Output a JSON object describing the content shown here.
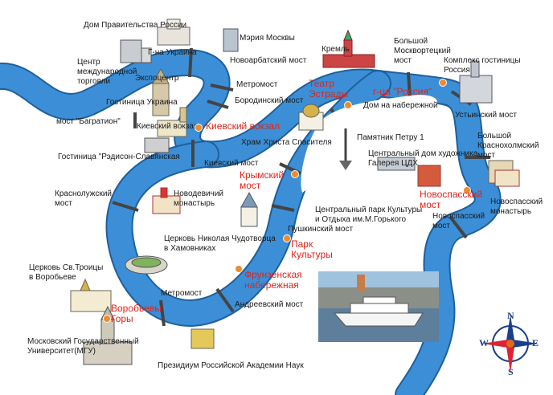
{
  "labels": {
    "dom_pravitelstva": "Дом Правительства России",
    "meriya": "Мэрия Москвы",
    "g_na_ukraina": "Г-на Украина",
    "novoarbatsky_most": "Новоарбатский мост",
    "tsentr_mezhdunarodnoy_torgovli": "Центр\nмеждународной\nторговли",
    "ekspotsentr": "Экспоцентр",
    "metromost_top": "Метромост",
    "gostinitsa_ukraina": "Гостиница Украина",
    "borodinsky_most": "Бородинский мост",
    "most_bagration": "мост \"Багратион\"",
    "kievsky_vokzal_black": "Киевский вокзал",
    "gostinitsa_radisson": "Гостиница \"Рэдисон-Славянская",
    "kievsky_most": "Киевский мост",
    "krasnoluzhsky_most": "Краснолужский\nмост",
    "novodevichy": "Новодевичий\nмонастырь",
    "tserkov_nikolaya": "Церковь Николая Чудотворца\nв Хамовниках",
    "tserkov_troitsy": "Церковь Св.Троицы\nв Воробьеве",
    "metromost_bottom": "Метромост",
    "andreevsky_most": "Андреевский мост",
    "mgu": "Московский Государственный\nУниверситет(МГУ)",
    "prezidium": "Президиум Российской Академии Наук",
    "kreml": "Кремль",
    "bolshoy_moskvoretsky": "Большой\nМосквортецкий\nмост",
    "kompleks_rossiya": "Комплекс гостиницы\nРоссия",
    "dom_na_naberezhnoy": "Дом на набережной",
    "ustinsky_most": "Устьинский мост",
    "pamyatnik_petru": "Памятник Петру 1",
    "khram_khrista": "Храм Христа Спасителя",
    "tsdkh": "Центральный дом художника\nГалерея ЦДХ",
    "bolshoy_krasnokholmsky": "Большой\nКраснохолмский\nмост",
    "tspkio": "Центральный парк Культуры\nи Отдыха им.М.Горького",
    "pushkinsky_most": "Пушкинский мост",
    "novospassky_most_black": "Новоспасский\nмост",
    "novospassky_monastyr": "Новоспасский\nмонастырь"
  },
  "stops": {
    "teatr_estrady": "Театр\nЭстрады",
    "g_tsa_rossiya": "г-ца \"Россия\"",
    "kievsky_vokzal": "Киевский вокзал",
    "krymsky_most": "Крымский\nмост",
    "novospassky_most": "Новоспасский\nмост",
    "park_kultury": "Парк\nКультуры",
    "frunzenskaya": "Фрунзенская\nнабережная",
    "vorobyovy_gory": "Воробьевы\nГоры"
  },
  "compass": {
    "n": "N",
    "s": "S",
    "e": "E",
    "w": "W"
  },
  "colors": {
    "river_fill": "#3c8fd6",
    "river_stroke": "#1f5f9c",
    "stop_marker": "#f08a2c",
    "stop_text": "#e0241b",
    "label_text": "#1a1a1a"
  }
}
